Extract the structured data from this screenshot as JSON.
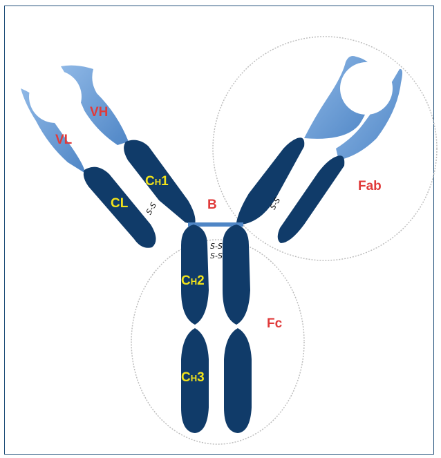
{
  "colors": {
    "heavy_dark": "#103b69",
    "variable_light": "#6f9fd8",
    "variable_mid": "#4f86c6",
    "label_red": "#e03a3a",
    "label_yellow": "#f2e31a",
    "circle": "#bdbdbd"
  },
  "labels": {
    "vl": "VL",
    "vh": "VH",
    "cl": "CL",
    "ch1_main": "C",
    "ch1_sub": "H",
    "ch1_num": "1",
    "ch2_main": "C",
    "ch2_sub": "H",
    "ch2_num": "2",
    "ch3_main": "C",
    "ch3_sub": "H",
    "ch3_num": "3",
    "hinge": "B",
    "fab": "Fab",
    "fc": "Fc",
    "disulfide": "S-S"
  }
}
